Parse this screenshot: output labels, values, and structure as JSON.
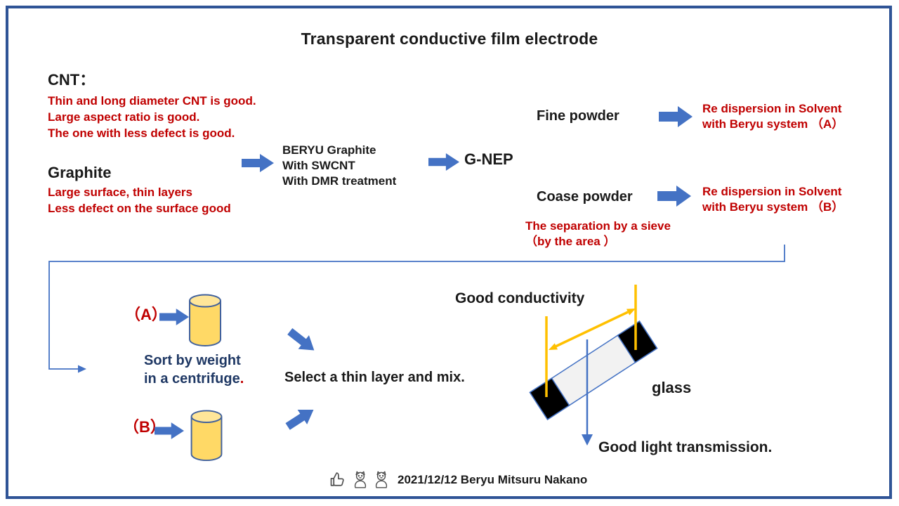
{
  "title": "Transparent conductive film electrode",
  "colors": {
    "border": "#2F5496",
    "accent_blue": "#4472C4",
    "red": "#C00000",
    "navy": "#1F3864",
    "yellow": "#FFC000",
    "cylinder_fill": "#FFD966",
    "cylinder_top": "#FFE699",
    "glass_fill": "#F2F2F2"
  },
  "cnt": {
    "heading": "CNT：",
    "lines": [
      "Thin and long diameter CNT is good.",
      "Large aspect ratio is good.",
      "The one with less defect is good."
    ]
  },
  "graphite": {
    "heading": "Graphite",
    "lines": [
      "Large surface, thin layers",
      "Less defect on the surface good"
    ]
  },
  "process": {
    "beryu_lines": [
      "BERYU Graphite",
      "With SWCNT",
      "With DMR treatment"
    ],
    "gnep_label": "G-NEP"
  },
  "fine_powder": {
    "label": "Fine powder",
    "result_lines": [
      "Re dispersion in Solvent",
      "with Beryu system （A）"
    ]
  },
  "coarse_powder": {
    "label": "Coase powder",
    "result_lines": [
      "Re dispersion in Solvent",
      "with Beryu system （B）"
    ],
    "note_lines": [
      "The separation by a sieve",
      "（by the area ）"
    ]
  },
  "bottom": {
    "a_label": "（A）",
    "b_label": "（B）",
    "centrifuge_line1": "Sort by weight",
    "centrifuge_line2": "in a centrifuge",
    "centrifuge_period": ".",
    "select_label": "Select a thin layer and mix.",
    "conductivity_label": "Good conductivity",
    "glass_label": "glass",
    "transmission_label": "Good light transmission."
  },
  "footer": {
    "icons": [
      "thumbs-up-icon",
      "maneki-neko-icon",
      "maneki-neko-icon"
    ],
    "credit": "2021/12/12 Beryu Mitsuru Nakano"
  }
}
